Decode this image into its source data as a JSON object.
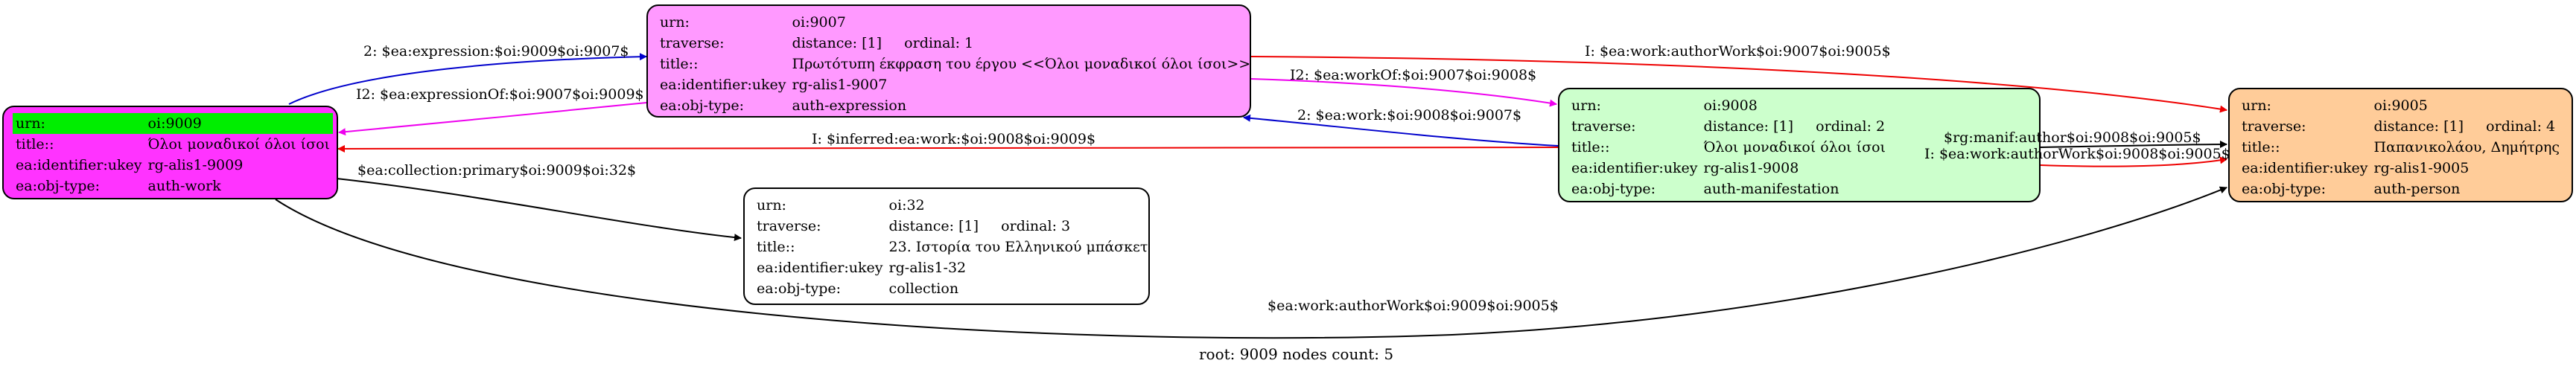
{
  "nodes": {
    "n9009": {
      "rows": [
        {
          "k": "urn:",
          "v": "oi:9009"
        },
        {
          "k": "title::",
          "v": "Όλοι μοναδικοί όλοι ίσοι"
        },
        {
          "k": "ea:identifier:ukey",
          "v": "rg-alis1-9009"
        },
        {
          "k": "ea:obj-type:",
          "v": "auth-work"
        }
      ]
    },
    "n9007": {
      "rows": [
        {
          "k": "urn:",
          "v": "oi:9007"
        },
        {
          "k": "traverse:",
          "v": "distance: [1]     ordinal: 1"
        },
        {
          "k": "title::",
          "v": "Πρωτότυπη έκφραση του έργου <<Όλοι μοναδικοί όλοι ίσοι>>"
        },
        {
          "k": "ea:identifier:ukey",
          "v": "rg-alis1-9007"
        },
        {
          "k": "ea:obj-type:",
          "v": "auth-expression"
        }
      ]
    },
    "n9008": {
      "rows": [
        {
          "k": "urn:",
          "v": "oi:9008"
        },
        {
          "k": "traverse:",
          "v": "distance: [1]     ordinal: 2"
        },
        {
          "k": "title::",
          "v": "Όλοι μοναδικοί όλοι ίσοι"
        },
        {
          "k": "ea:identifier:ukey",
          "v": "rg-alis1-9008"
        },
        {
          "k": "ea:obj-type:",
          "v": "auth-manifestation"
        }
      ]
    },
    "n9005": {
      "rows": [
        {
          "k": "urn:",
          "v": "oi:9005"
        },
        {
          "k": "traverse:",
          "v": "distance: [1]     ordinal: 4"
        },
        {
          "k": "title::",
          "v": "Παπανικολάου, Δημήτρης"
        },
        {
          "k": "ea:identifier:ukey",
          "v": "rg-alis1-9005"
        },
        {
          "k": "ea:obj-type:",
          "v": "auth-person"
        }
      ]
    },
    "n32": {
      "rows": [
        {
          "k": "urn:",
          "v": "oi:32"
        },
        {
          "k": "traverse:",
          "v": "distance: [1]     ordinal: 3"
        },
        {
          "k": "title::",
          "v": "23. Ιστορία του Ελληνικού μπάσκετ"
        },
        {
          "k": "ea:identifier:ukey",
          "v": "rg-alis1-32"
        },
        {
          "k": "ea:obj-type:",
          "v": "collection"
        }
      ]
    }
  },
  "edges": [
    {
      "label": "2: $ea:expression:$oi:9009$oi:9007$",
      "color": "#0000cc"
    },
    {
      "label": "I2: $ea:expressionOf:$oi:9007$oi:9009$",
      "color": "#ee00ee"
    },
    {
      "label": "I: $ea:work:authorWork$oi:9007$oi:9005$",
      "color": "#ee0000"
    },
    {
      "label": "I2: $ea:workOf:$oi:9007$oi:9008$",
      "color": "#ee00ee"
    },
    {
      "label": "2: $ea:work:$oi:9008$oi:9007$",
      "color": "#0000cc"
    },
    {
      "label": "I: $inferred:ea:work:$oi:9008$oi:9009$",
      "color": "#ee0000"
    },
    {
      "label": "$rg:manif:author$oi:9008$oi:9005$",
      "color": "#000000"
    },
    {
      "label": "I: $ea:work:authorWork$oi:9008$oi:9005$",
      "color": "#ee0000"
    },
    {
      "label": "$ea:collection:primary$oi:9009$oi:32$",
      "color": "#000000"
    },
    {
      "label": "$ea:work:authorWork$oi:9009$oi:9005$",
      "color": "#000000"
    }
  ],
  "footer": {
    "root_label": "root: 9009 nodes count: 5"
  }
}
